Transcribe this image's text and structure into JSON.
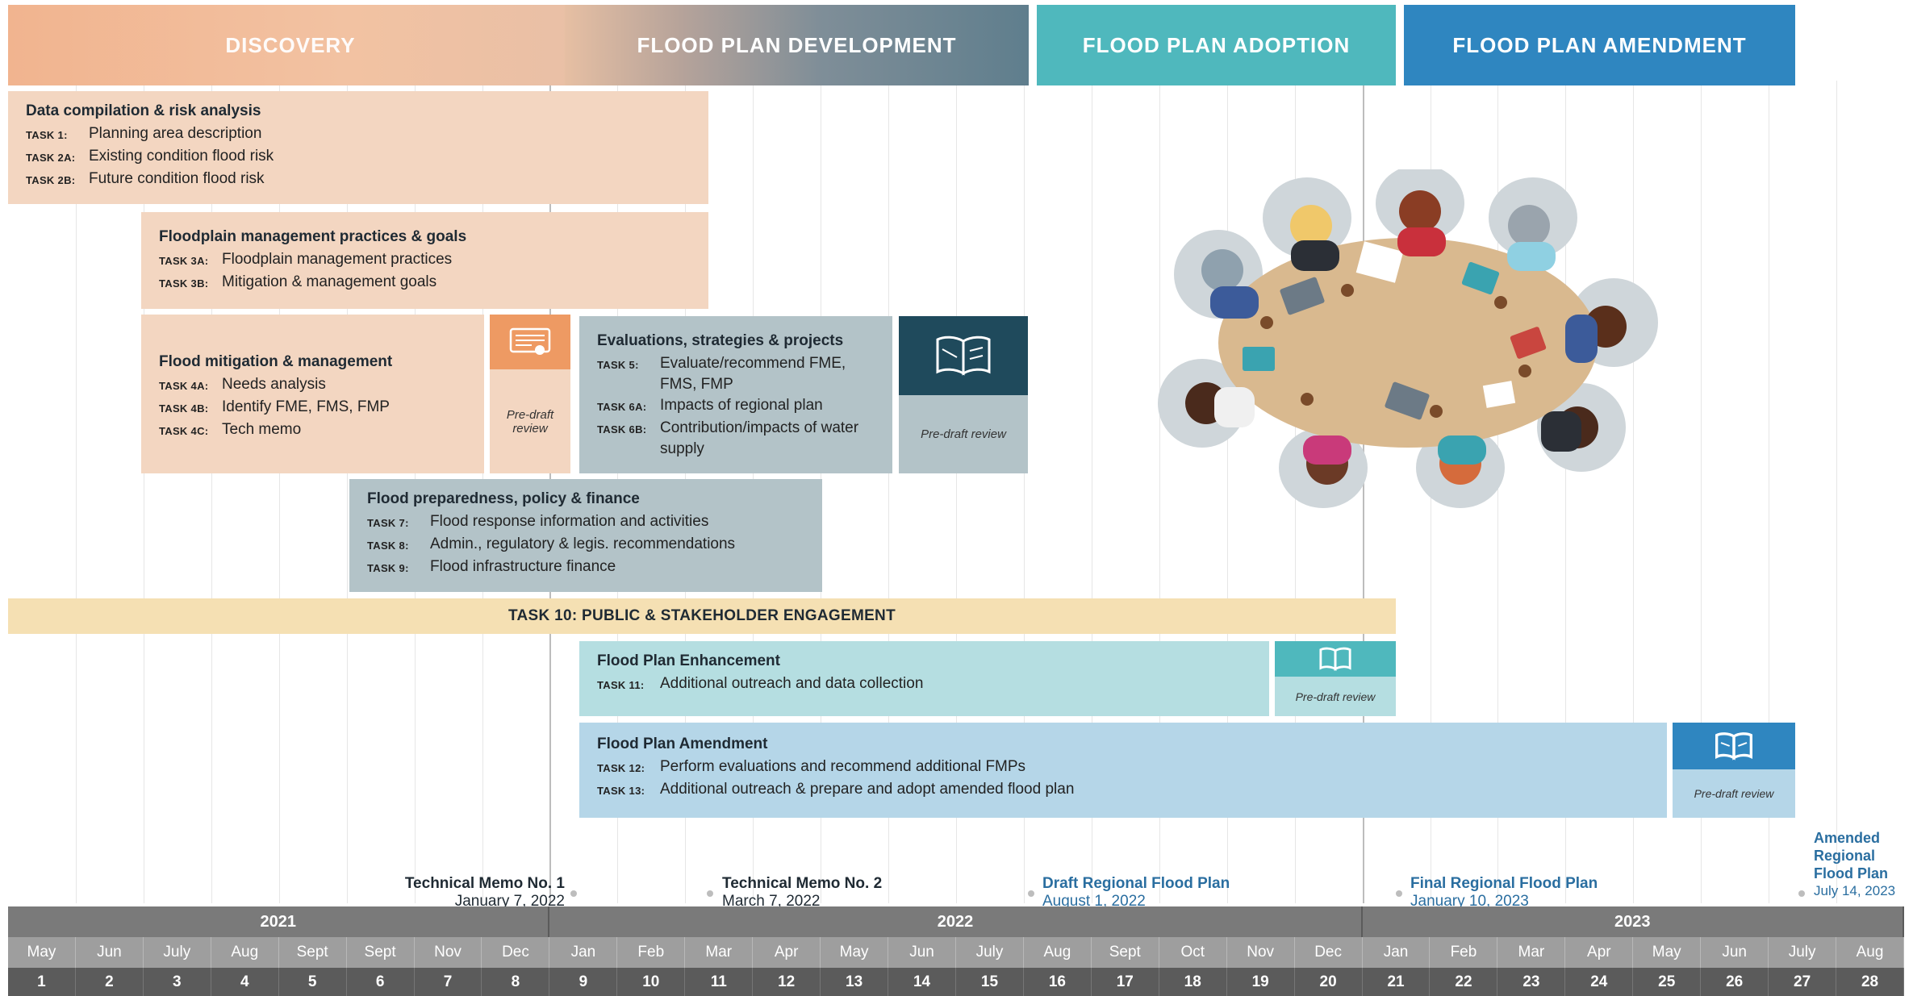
{
  "phases": {
    "discovery": "DISCOVERY",
    "development": "FLOOD PLAN DEVELOPMENT",
    "adoption": "FLOOD PLAN ADOPTION",
    "amendment": "FLOOD PLAN AMENDMENT"
  },
  "tasks": {
    "data_compilation": {
      "title": "Data compilation & risk analysis",
      "items": [
        {
          "id": "TASK 1:",
          "text": "Planning area description"
        },
        {
          "id": "TASK 2A:",
          "text": "Existing condition flood risk"
        },
        {
          "id": "TASK 2B:",
          "text": "Future condition flood risk"
        }
      ]
    },
    "floodplain": {
      "title": "Floodplain management practices & goals",
      "items": [
        {
          "id": "TASK 3A:",
          "text": "Floodplain management practices"
        },
        {
          "id": "TASK 3B:",
          "text": "Mitigation & management goals"
        }
      ]
    },
    "mitigation": {
      "title": "Flood mitigation & management",
      "items": [
        {
          "id": "TASK 4A:",
          "text": "Needs analysis"
        },
        {
          "id": "TASK 4B:",
          "text": "Identify FME, FMS, FMP"
        },
        {
          "id": "TASK 4C:",
          "text": "Tech memo"
        }
      ]
    },
    "evaluations": {
      "title": "Evaluations, strategies & projects",
      "items": [
        {
          "id": "TASK 5:",
          "text": "Evaluate/recommend FME, FMS, FMP"
        },
        {
          "id": "TASK 6A:",
          "text": "Impacts of regional plan"
        },
        {
          "id": "TASK 6B:",
          "text": "Contribution/impacts of water supply"
        }
      ]
    },
    "preparedness": {
      "title": "Flood preparedness, policy & finance",
      "items": [
        {
          "id": "TASK 7:",
          "text": "Flood response information and activities"
        },
        {
          "id": "TASK 8:",
          "text": "Admin., regulatory & legis. recommendations"
        },
        {
          "id": "TASK 9:",
          "text": "Flood infrastructure finance"
        }
      ]
    },
    "engagement": {
      "label": "TASK 10: PUBLIC & STAKEHOLDER ENGAGEMENT"
    },
    "enhancement": {
      "title": "Flood Plan Enhancement",
      "items": [
        {
          "id": "TASK 11:",
          "text": "Additional outreach and data collection"
        }
      ]
    },
    "amendment": {
      "title": "Flood Plan Amendment",
      "items": [
        {
          "id": "TASK 12:",
          "text": "Perform evaluations and recommend additional FMPs"
        },
        {
          "id": "TASK 13:",
          "text": "Additional outreach & prepare and adopt amended flood plan"
        }
      ]
    }
  },
  "reviews": {
    "mitigation": "Pre-draft review",
    "evaluations": "Pre-draft review",
    "enhancement": "Pre-draft review",
    "amendment": "Pre-draft review"
  },
  "milestones": {
    "memo1": {
      "title": "Technical Memo No. 1",
      "date": "January 7, 2022"
    },
    "memo2": {
      "title": "Technical Memo No. 2",
      "date": "March 7, 2022"
    },
    "draft": {
      "title": "Draft Regional Flood Plan",
      "date": "August 1, 2022"
    },
    "final": {
      "title": "Final Regional Flood Plan",
      "date": "January 10, 2023"
    },
    "amended": {
      "title": "Amended Regional Flood Plan",
      "date": "July 14, 2023"
    }
  },
  "timeline": {
    "years": [
      "2021",
      "2022",
      "2023"
    ],
    "months": [
      "May",
      "Jun",
      "July",
      "Aug",
      "Sept",
      "Sept",
      "Nov",
      "Dec",
      "Jan",
      "Feb",
      "Mar",
      "Apr",
      "May",
      "Jun",
      "July",
      "Aug",
      "Sept",
      "Oct",
      "Nov",
      "Dec",
      "Jan",
      "Feb",
      "Mar",
      "Apr",
      "May",
      "Jun",
      "July",
      "Aug"
    ],
    "numbers": [
      "1",
      "2",
      "3",
      "4",
      "5",
      "6",
      "7",
      "8",
      "9",
      "10",
      "11",
      "12",
      "13",
      "14",
      "15",
      "16",
      "17",
      "18",
      "19",
      "20",
      "21",
      "22",
      "23",
      "24",
      "25",
      "26",
      "27",
      "28"
    ]
  },
  "colors": {
    "discovery": "#f1b48f",
    "development": "#5f7e8d",
    "adoption": "#4fb8bd",
    "amendment": "#2f86c0",
    "peach": "#f3d6c1",
    "gray": "#b3c3c8",
    "teal": "#b5dee1",
    "blue": "#b5d6e8",
    "engagement": "#f5e0b3",
    "timeline_year": "#7a7a7a",
    "timeline_month": "#9e9e9e",
    "timeline_num": "#5b5b5b"
  },
  "icons": {
    "mitigation_review": "keyboard-hand-icon",
    "evaluations_review": "open-book-icon",
    "enhancement_review": "open-book-icon",
    "amendment_review": "open-book-icon",
    "illustration": "meeting-table-icon"
  }
}
